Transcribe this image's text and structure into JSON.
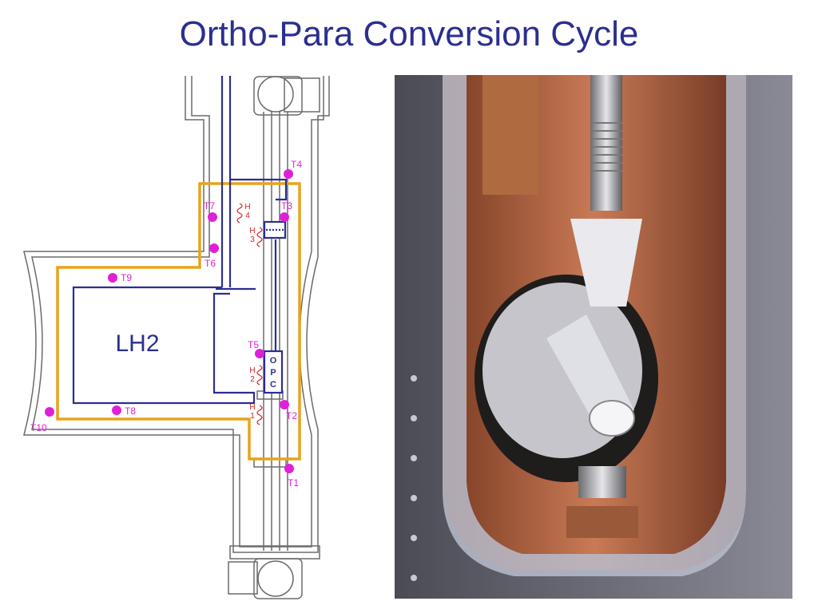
{
  "slide": {
    "title": "Ortho-Para Conversion Cycle"
  },
  "diagram": {
    "main_label": "LH2",
    "sensors": [
      "T1",
      "T2",
      "T3",
      "T4",
      "T5",
      "T6",
      "T7",
      "T8",
      "T9",
      "T10"
    ],
    "heaters": [
      {
        "letter": "H",
        "num": "1"
      },
      {
        "letter": "H",
        "num": "2"
      },
      {
        "letter": "H",
        "num": "3"
      },
      {
        "letter": "H",
        "num": "4"
      }
    ],
    "opc_letters": [
      "O",
      "P",
      "C"
    ],
    "colors": {
      "outline": "#6b6b6b",
      "insulation": "#e8a31c",
      "cold_line": "#2b2f8f",
      "sensor": "#e020d8",
      "heater": "#d62020"
    }
  },
  "photo": {
    "subject": "copper cryostat interior with cylindrical hydrogen target, bellows and foil insulation"
  }
}
